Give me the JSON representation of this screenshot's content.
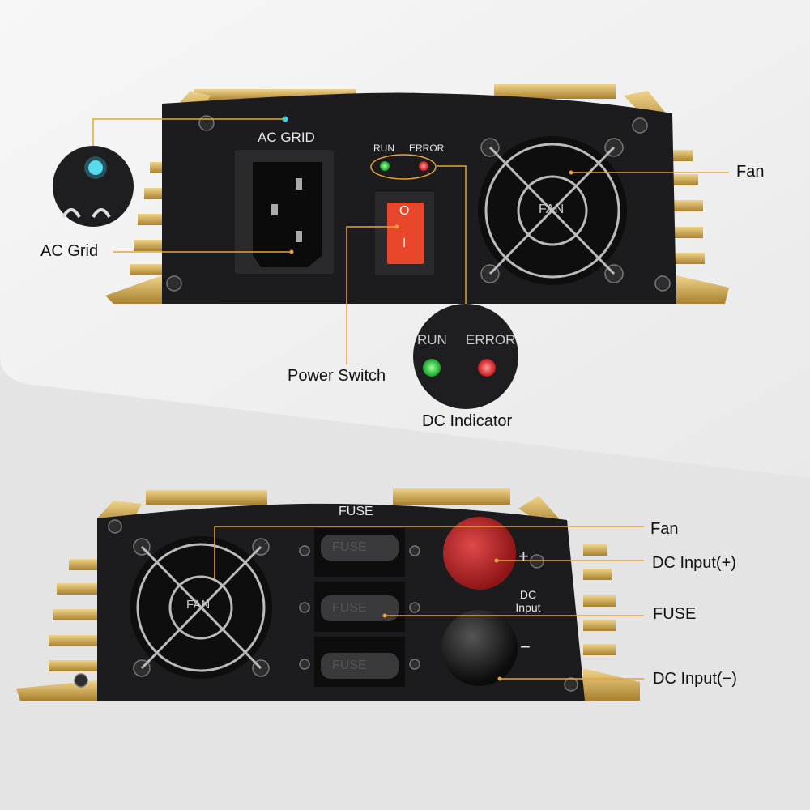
{
  "top_view": {
    "panel_labels": {
      "ac_grid": "AC GRID",
      "run": "RUN",
      "error": "ERROR",
      "fan": "FAN",
      "switch_on": "I",
      "switch_off": "O"
    },
    "callouts": {
      "ac_grid": "AC Grid",
      "fan": "Fan",
      "power_switch": "Power Switch",
      "dc_indicator": "DC Indicator"
    },
    "zoom_inset": {
      "run": "RUN",
      "error": "ERROR"
    }
  },
  "bottom_view": {
    "panel_labels": {
      "fuse_header": "FUSE",
      "fuse_cap": "FUSE",
      "dc_input": "DC Input",
      "plus": "+",
      "minus": "−",
      "fan": "FAN"
    },
    "callouts": {
      "fan": "Fan",
      "dc_input_plus": "DC Input(+)",
      "fuse": "FUSE",
      "dc_input_minus": "DC Input(−)"
    }
  },
  "colors": {
    "accent_line": "#e8a33a",
    "heatsink": "#c9a24a",
    "panel": "#1c1c1e",
    "led_run": "#22c33a",
    "led_error": "#e8232a",
    "ac_led": "#3fd0e8",
    "positive_terminal": "#c8262a"
  }
}
